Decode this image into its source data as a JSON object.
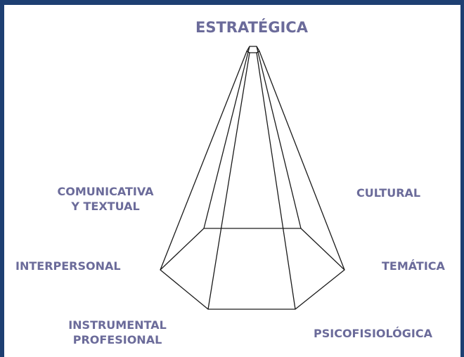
{
  "diagram": {
    "apex_label": "ESTRATÉGICA",
    "labels": {
      "comunicativa": [
        "COMUNICATIVA",
        "Y TEXTUAL"
      ],
      "cultural": "CULTURAL",
      "interpersonal": "INTERPERSONAL",
      "tematica": "TEMÁTICA",
      "instrumental": [
        "INSTRUMENTAL",
        "PROFESIONAL"
      ],
      "psicofisiologica": "PSICOFISIOLÓGICA"
    },
    "colors": {
      "frame": "#1d3f72",
      "label_text": "#6b6b9a",
      "lines": "#1a1a1a"
    }
  }
}
